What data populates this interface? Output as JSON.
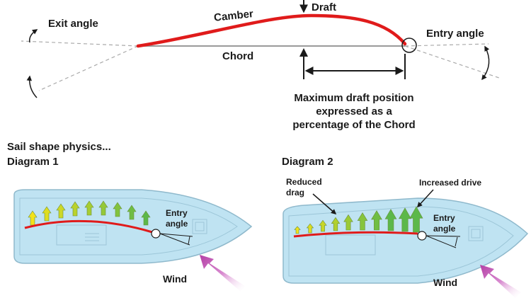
{
  "top_diagram": {
    "labels": {
      "camber": "Camber",
      "draft": "Draft",
      "chord": "Chord",
      "exit_angle": "Exit angle",
      "entry_angle": "Entry angle",
      "max_draft_line1": "Maximum draft position",
      "max_draft_line2": "expressed as a",
      "max_draft_line3": "percentage of the Chord"
    },
    "colors": {
      "camber": "#e01b1b",
      "chord": "#9a9a9a",
      "text": "#1a1a1a"
    }
  },
  "section_title": "Sail shape physics...",
  "diagram1": {
    "title": "Diagram 1",
    "entry_line1": "Entry",
    "entry_line2": "angle",
    "wind": "Wind"
  },
  "diagram2": {
    "title": "Diagram 2",
    "reduced_line1": "Reduced",
    "reduced_line2": "drag",
    "increased": "Increased drive",
    "entry_line1": "Entry",
    "entry_line2": "angle",
    "wind": "Wind"
  },
  "colors": {
    "hull_fill": "#bfe3f2",
    "hull_stroke": "#8fb9cc",
    "sail": "#e01b1b",
    "wind_arrow": "#c44fb4",
    "arrow_yellow": "#f2e21a",
    "arrow_green": "#5cb84a"
  }
}
